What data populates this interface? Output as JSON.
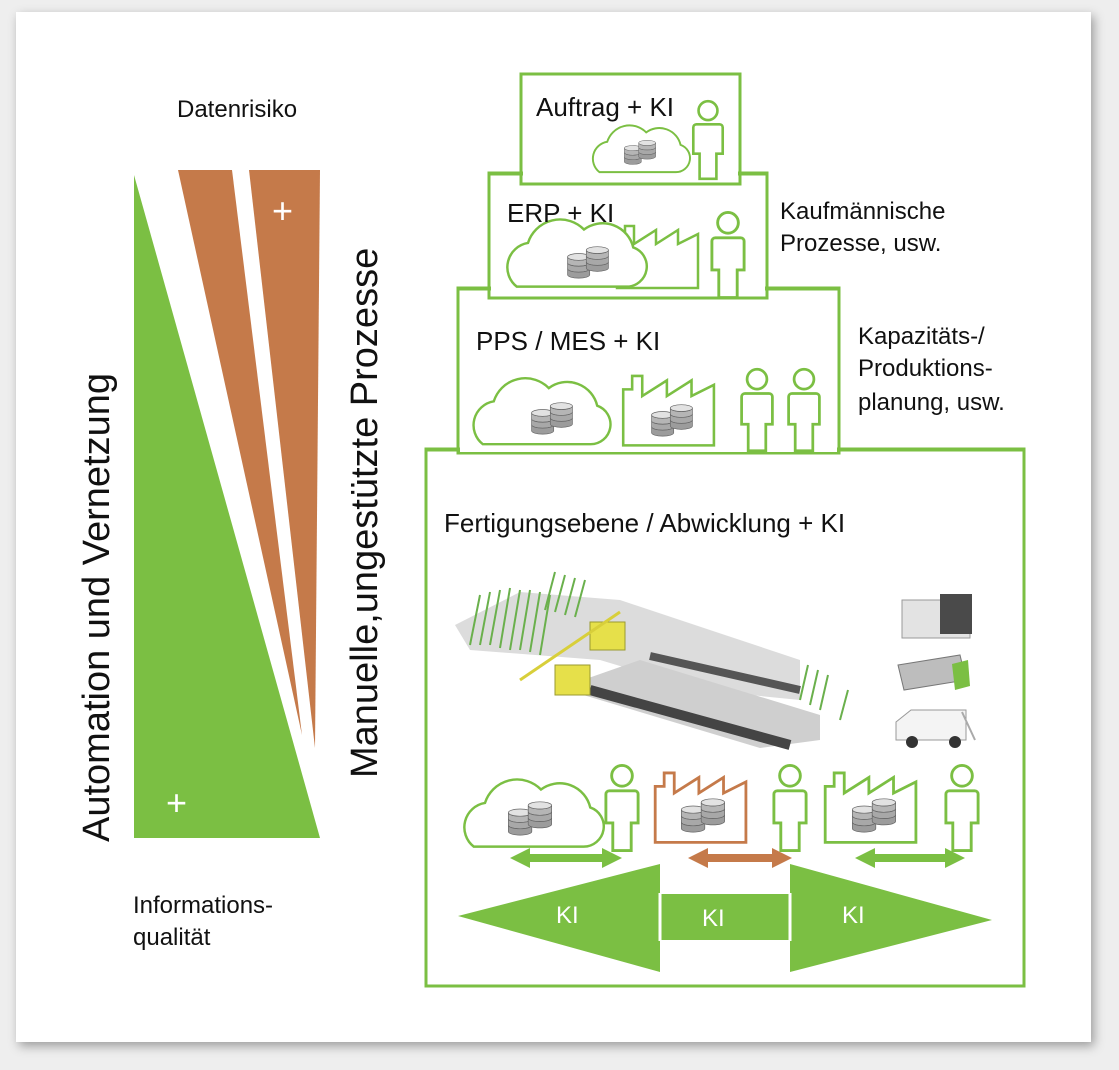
{
  "colors": {
    "green": "#7bbf43",
    "orange": "#c57a4a",
    "gray": "#888888"
  },
  "left": {
    "datenrisiko": "Datenrisiko",
    "informationsqualitaet_line1": "Informations-",
    "informationsqualitaet_line2": "qualität",
    "axis_automation": "Automation und Vernetzung",
    "axis_manuelle": "Manuelle,ungestützte Prozesse",
    "plus_orange": "+",
    "plus_green": "+"
  },
  "pyramid": {
    "level1": {
      "title": "Auftrag + KI"
    },
    "level2": {
      "title": "ERP + KI",
      "side_line1": "Kaufmännische",
      "side_line2": "Prozesse, usw."
    },
    "level3": {
      "title": "PPS / MES + KI",
      "side_line1": "Kapazitäts-/",
      "side_line2": "Produktions-",
      "side_line3": "planung, usw."
    },
    "level4": {
      "title": "Fertigungsebene / Abwicklung + KI"
    }
  },
  "arrows": {
    "ki_left": "KI",
    "ki_center": "KI",
    "ki_right": "KI"
  },
  "icons": [
    "cloud-database-icon",
    "person-icon",
    "factory-database-icon",
    "double-arrow-icon",
    "machine-image",
    "truck-image"
  ]
}
